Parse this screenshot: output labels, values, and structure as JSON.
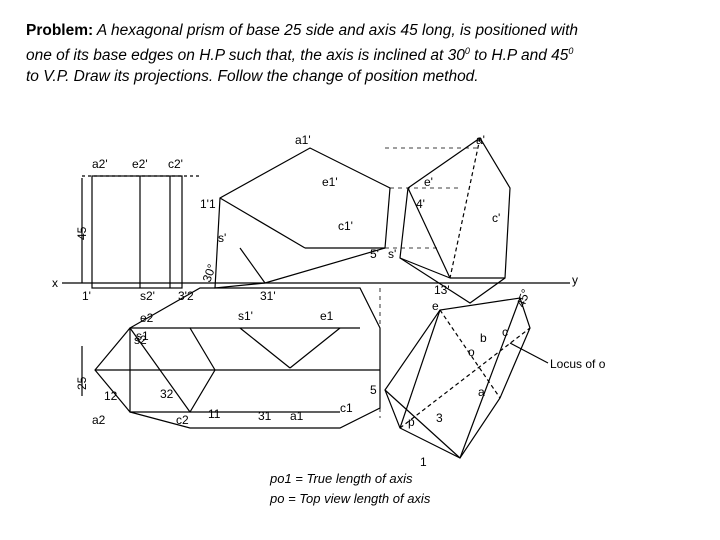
{
  "problem": {
    "heading": "Problem:",
    "line1": "A hexagonal prism of base 25 side and axis 45 long,  is positioned with",
    "line2": "one of its base edges on H.P such that,  the axis is inclined at 30",
    "sup1": "0",
    "line2b": " to H.P and 45",
    "sup2": "0",
    "line3": "to V.P.  Draw its projections.  Follow the change of position method."
  },
  "drawing": {
    "dims": {
      "axis_length": "45",
      "side_length": "25",
      "angle_hp": "30°",
      "angle_vp": "45°"
    },
    "xy_labels": {
      "x": "x",
      "y": "y"
    },
    "fv1_labels": [
      "a2'",
      "e2'",
      "c2'",
      "1'",
      "s2'",
      "3'2"
    ],
    "tv1_labels": [
      "e2",
      "s2",
      "a2",
      "c2",
      "12",
      "32",
      "11",
      "31",
      "a1",
      "c1"
    ],
    "fv2_labels": [
      "a1'",
      "e1'",
      "c1'",
      "s1'",
      "s'",
      "1'1",
      "31'",
      "e1",
      "s1"
    ],
    "fv3_labels": [
      "a'",
      "e'",
      "c'",
      "s'",
      "4'",
      "13'",
      "e",
      "o",
      "b",
      "c",
      "a",
      "p",
      "3",
      "1",
      "5",
      "5'"
    ],
    "locus_label": "Locus of o",
    "legend": {
      "line1": "po1 = True length of axis",
      "line2": "po  = Top view length of axis"
    }
  }
}
